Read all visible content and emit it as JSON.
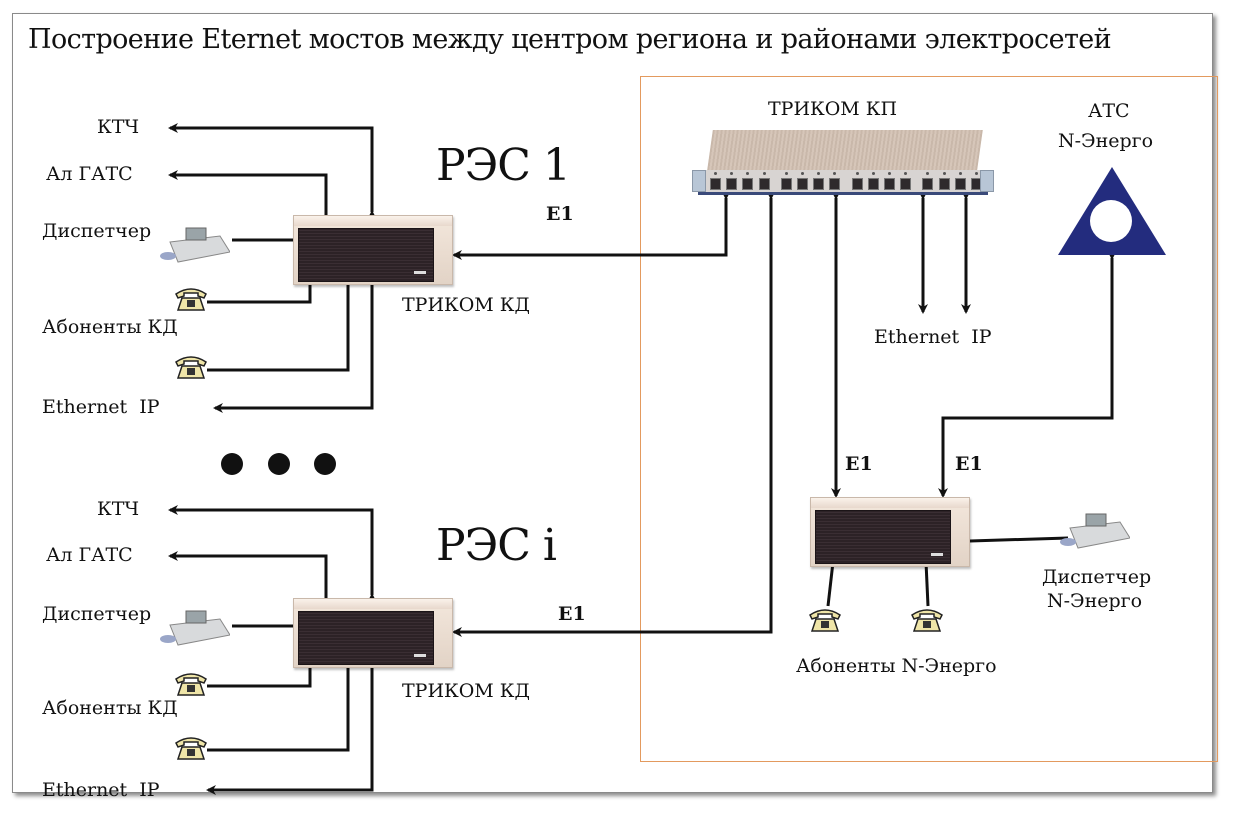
{
  "title": "Построение Eternet мостов между центром региона и районами электросетей",
  "colors": {
    "region_box_border": "#e39a5e",
    "ats_symbol": "#232c7e",
    "line": "#111111",
    "phone": "#efe5a8"
  },
  "res1": {
    "name": "РЭС 1",
    "device_label": "ТРИКОМ КД",
    "link_label": "E1",
    "left_labels": {
      "ktch": "КТЧ",
      "gats": "Ал ГАТС",
      "dispatcher": "Диспетчер",
      "subscribers": "Абоненты КД",
      "ethernet": "Ethernet  IP"
    }
  },
  "ellipsis_dots": 3,
  "resi": {
    "name": "РЭС i",
    "device_label": "ТРИКОМ КД",
    "link_label": "E1",
    "left_labels": {
      "ktch": "КТЧ",
      "gats": "Ал ГАТС",
      "dispatcher": "Диспетчер",
      "subscribers": "Абоненты КД",
      "ethernet": "Ethernet  IP"
    }
  },
  "center": {
    "kp_label": "ТРИКОМ КП",
    "kp_ports": 16,
    "ethernet_label": "Ethernet  IP",
    "ats_label_line1": "АТС",
    "ats_label_line2": "N-Энерго",
    "kd_link1": "E1",
    "kd_link2": "E1",
    "dispatcher_line1": "Диспетчер",
    "dispatcher_line2": "N-Энерго",
    "subscribers_label": "Абоненты N-Энерго"
  },
  "icons": {
    "phone": "telephone-icon",
    "dispatcher_console": "dispatcher-console-icon",
    "ats": "ats-triangle-icon"
  }
}
